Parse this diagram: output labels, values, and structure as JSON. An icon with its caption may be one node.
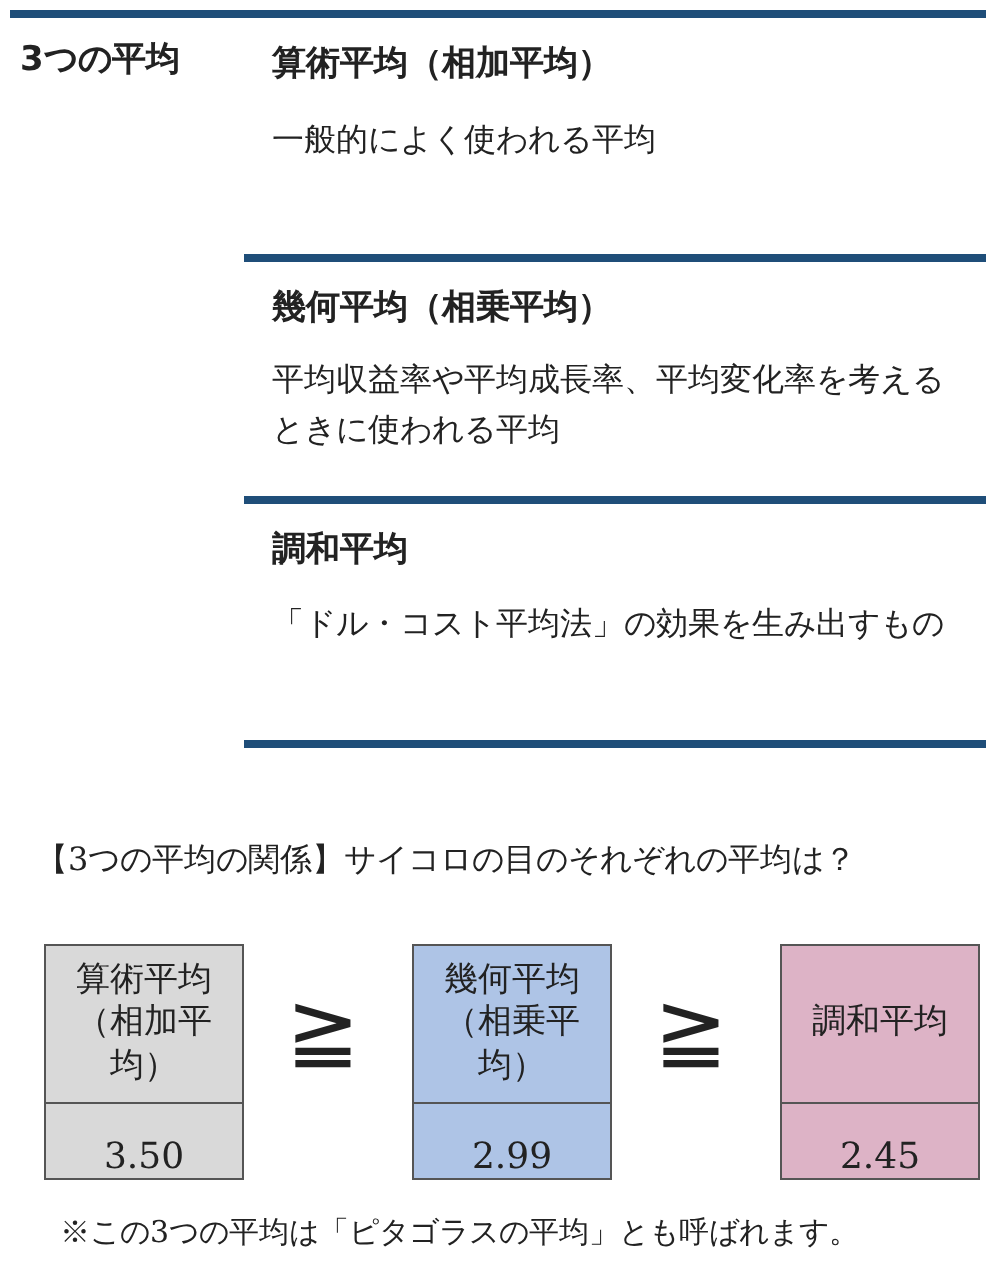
{
  "diagram": {
    "title": "【3つの平均の関係】サイコロの目のそれぞれの平均は？",
    "caption": "※この3つの平均は「ピタゴラスの平均」とも呼ばれます。",
    "nodes": [
      {
        "text": [
          "算術平均（相加平均）",
          "3.50"
        ]
      },
      {
        "text": [
          "幾何平均（相乗平均）",
          "2.99"
        ]
      },
      {
        "text": [
          "調和平均",
          "2.45"
        ]
      }
    ],
    "labels": [
      "3つの平均",
      "算術平均（相加平均）",
      "一般的によく使われる平均",
      "幾何平均（相乗平均）",
      "平均収益率や平均成長率、平均変化率を考えるときに使われる平均",
      "調和平均",
      "「ドル・コスト平均法」の効果を生み出すもの",
      "≧",
      "≧"
    ]
  }
}
